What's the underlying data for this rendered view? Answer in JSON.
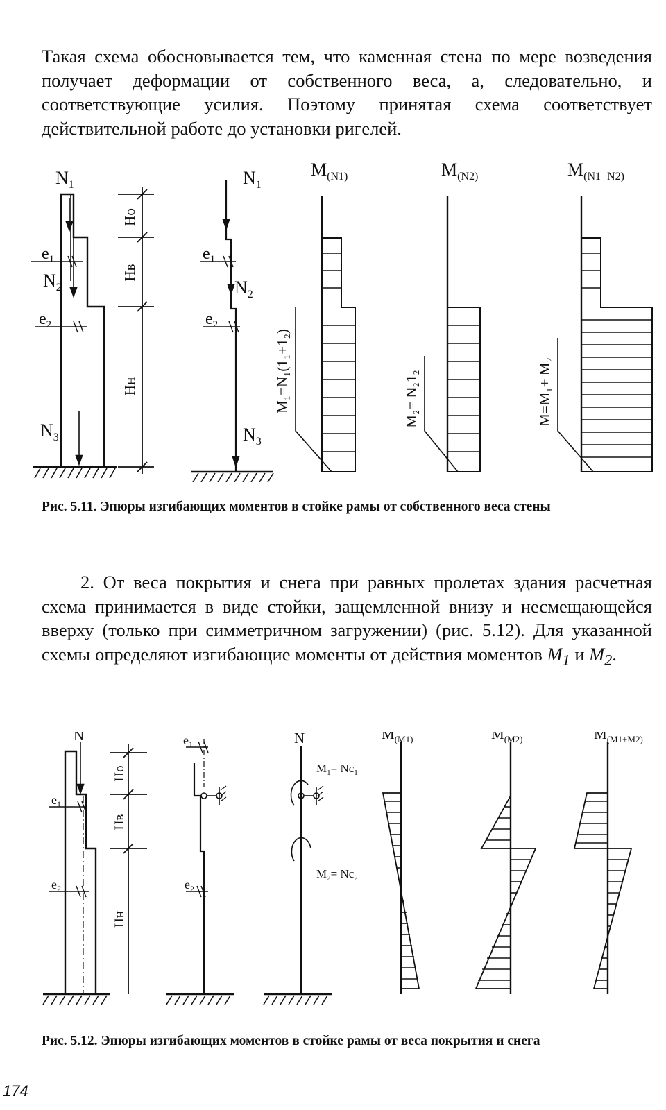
{
  "text": {
    "paragraph_1": "Такая схема обосновывается тем, что каменная стена по мере возведения получает деформации от собственного веса, а, следовательно, и соответствующие усилия. Поэтому принятая схема соответствует действительной работе до установки ригелей.",
    "paragraph_2_a": "2. От веса покрытия и снега при равных пролетах здания расчетная схема принимается в виде стойки, защемленной внизу и несмещающейся вверху (только при симметричном загружении) (рис. 5.12). Для указанной схемы определяют изгибающие моменты от действия моментов ",
    "m1": "M",
    "m1_sub": "1",
    "and": " и ",
    "m2": "M",
    "m2_sub": "2",
    "end": ".",
    "page_number": "174"
  },
  "figure_5_11": {
    "caption": "Рис. 5.11. Эпюры изгибающих моментов в стойке рамы от собственного веса стены",
    "labels": {
      "N1": "N",
      "N1_sub": "1",
      "N2": "N",
      "N2_sub": "2",
      "N3": "N",
      "N3_sub": "3",
      "e1": "e",
      "e1_sub": "1",
      "e2": "e",
      "e2_sub": "2",
      "Ho": "Но",
      "Hv": "Нв",
      "Hn": "Нн",
      "diag1_title": "M",
      "diag1_sub": "(N1)",
      "diag2_title": "M",
      "diag2_sub": "(N2)",
      "diag3_title": "M",
      "diag3_sub": "(N1+N2)",
      "formula1": "M₁=N₁(1₁+1₂)",
      "formula2": "M₂= N₂1₂",
      "formula3": "M=M₁+ M₂"
    }
  },
  "figure_5_12": {
    "caption": "Рис. 5.12. Эпюры изгибающих моментов в стойке рамы от веса покрытия и снега",
    "labels": {
      "N_a": "N",
      "N_b": "N",
      "e1_a": "e",
      "e1_a_sub": "1",
      "e2_a": "e",
      "e2_a_sub": "2",
      "e1_b": "e",
      "e1_b_sub": "1",
      "e2_b": "e",
      "e2_b_sub": "2",
      "Ho": "Но",
      "Hv": "Нв",
      "Hn": "Нн",
      "M1_eq": "M",
      "M1_eq_sub": "1",
      "M1_eq_rhs": "= Nc",
      "M1_eq_rhs_sub": "1",
      "M2_eq": "M",
      "M2_eq_sub": "2",
      "M2_eq_rhs": "= Nc",
      "M2_eq_rhs_sub": "2",
      "diag1_title": "M",
      "diag1_sub": "(M1)",
      "diag2_title": "M",
      "diag2_sub": "(M2)",
      "diag3_title": "M",
      "diag3_sub": "(M1+M2)"
    }
  }
}
